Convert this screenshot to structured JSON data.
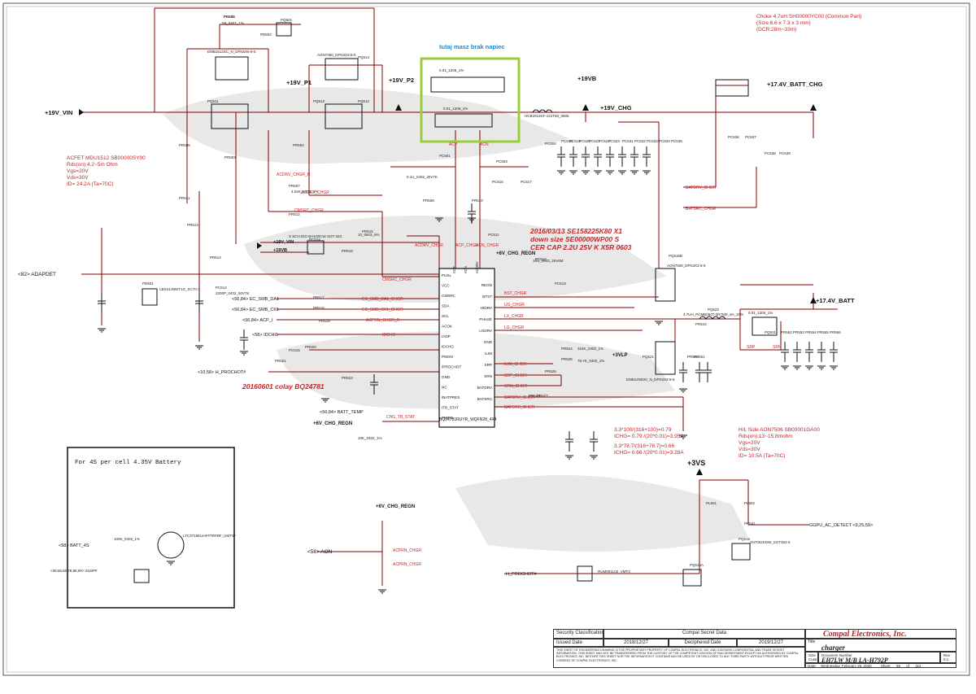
{
  "annotation": {
    "text": "tutaj masz brak napiec",
    "box_color": "#9ccc3c",
    "text_color": "#1a8ad4"
  },
  "colors": {
    "wire": "#800000",
    "ink": "#111111",
    "red_note": "#cc2222",
    "net": "#000000",
    "refdes": "#222222"
  },
  "power_nets": {
    "vin": "+19V_VIN",
    "p1": "+19V_P1",
    "p2": "+19V_P2",
    "vb": "+19VB",
    "chg": "+19V_CHG",
    "batt_chg": "+17.4V_BATT_CHG",
    "batt": "+17.4V_BATT",
    "vs3": "+3VS",
    "regn1": "+6V_CHG_REGN",
    "regn2": "+6V_CHG_REGN",
    "regn3": "+6V_CHG_REGN",
    "vlp": "+3VLP",
    "vin2": "+19V_VIN",
    "vb2": "+19VB"
  },
  "notes": {
    "choke": [
      "Choke 4.7uH SH00000YC00 (Common Part)",
      "(Size:6.6 x 7.3 x 3 mm)",
      "(DCR:28m~33m)"
    ],
    "acfet": [
      "ACFET  MDU1512  SB00000SY00",
      "Rds(on):4.2~5m  Ohm",
      "Vgs=20V",
      "Vds=30V",
      "ID= 24.2A  (Ta=70C)"
    ],
    "eco1": [
      "2016/03/13   SE158225K80  X1",
      "down size SE00000WP00   S",
      "CER CAP 2.2U 25V K X5R 0603"
    ],
    "eco2": "20160601 colay BQ24781",
    "calc1": [
      "3.3*100/(316+100)=0.79",
      "ICHG= 0.79 /(20*0.01)=3.95A"
    ],
    "calc2": [
      "3.3*78.7/(316+78.7)=0.66",
      "ICHG= 0.66 /(20*0.01)=3.28A"
    ],
    "hside": [
      "H/L Side AON7506  SB00001GA00",
      "Rds(on):13~15.8mohm",
      "Vgs=20V",
      "Vds=30V",
      "ID= 10.5A (Ta=70C)"
    ],
    "battery_box_title": "For 4S per cell 4.35V Battery"
  },
  "signals": {
    "adapdet": "<82> ADAPDET",
    "smb_da": "<56,84> EC_SMB_DA1",
    "smb_ck": "<56,84> EC_SMB_CK1",
    "acp_in": "<56,84> ACP_I",
    "idchg": "<58> IDCHG",
    "prochot": "<10,58> H_PROCHOT#",
    "batt_temp": "<56,84> BATT_TEMP",
    "batt_4s": "<58> BATT_4S",
    "susp": "<39,55,60,78,85,90> SUSP#",
    "aon": "<58> AON",
    "gpu_ac": "GGPU_AC_DETECT  <9,25,59>",
    "h_prochot": "H_PROCHOT#"
  },
  "net_labels": [
    "ACDRV_CHGR_R",
    "ACDRV_CHGR",
    "CMSRC_CHGR",
    "ACDRV_CHGR",
    "CMSRC_CHGR",
    "ACP_CHGR",
    "ACN_CHGR",
    "EC_SMB_DA1_CHGR",
    "EC_SMB_CK1_CHGR",
    "ACPRN_CHGR_R",
    "IDCHG",
    "ILIM_CHGR",
    "SRP_CHGR",
    "SRN_CHGR",
    "BATDRV_CHGR",
    "BATSRC_CHGR",
    "BATDRV_CHGR",
    "BATSRC_CHGR",
    "BST_CHGR",
    "UG_CHGR",
    "LX_CHGR",
    "LG_CHGR",
    "CHG_TB_STAT",
    "ACPRN_CHGR",
    "ACPRN_CHGR",
    "ACP",
    "ACN",
    "SRP",
    "SRN"
  ],
  "ic": {
    "name": "BQ24781RUYR_WQFN28_4X4",
    "left_pins": [
      "PUSL",
      "VCC",
      "CMSRC",
      "SDA",
      "SCL",
      "ACOK",
      "IADP",
      "IDCHG",
      "PMON",
      "/PROCHOT",
      "GND",
      "NC",
      "/BATPRES",
      "/TB_STAT",
      "PWPD"
    ],
    "right_pins": [
      "REGN",
      "BTST",
      "HIDRV",
      "PHASE",
      "LODRV",
      "GND",
      "ILIM",
      "SRP",
      "SRN",
      "BATDRV",
      "BATSRC"
    ],
    "top_pins": [
      "ACP",
      "ACN",
      "ACDRV"
    ]
  },
  "components": [
    "PR501",
    "PQ501",
    "PR502",
    "PQ511",
    "PQ513",
    "PQ512",
    "PQ514",
    "PR503",
    "PR504",
    "PR505",
    "PC501",
    "PC503",
    "PC504",
    "PR507",
    "PR508",
    "PR510",
    "PR512",
    "PR511",
    "PR513",
    "PR514",
    "PR515",
    "PR516",
    "PR517",
    "PR518",
    "PR519",
    "PR520",
    "PR521",
    "PR522",
    "PR523",
    "PR524",
    "PR525",
    "PR526",
    "PR527",
    "PC511",
    "PC512",
    "PC513",
    "PC514",
    "PC515",
    "PC516",
    "PC517",
    "PC518",
    "PC519",
    "PC520",
    "PC521",
    "PC522",
    "PC523",
    "PC524",
    "PD501",
    "PQ515",
    "PQ516A",
    "PQ516B",
    "PQ521",
    "PQ522",
    "PL501",
    "PL502",
    "PR541",
    "PR542",
    "PR543",
    "PR551",
    "PQ531",
    "PR552",
    "PR553",
    "PR554",
    "PR555",
    "PR556",
    "PC531",
    "PC532",
    "PC533",
    "PC534",
    "PC535",
    "PC536",
    "PC537",
    "PC538",
    "PC539",
    "PC540"
  ],
  "parts": {
    "pr_0402": "1M_0402_1%",
    "rsense1": "0.01_1206_1%",
    "rsense2": "0.01_1206_1%",
    "rsense3": "0.01_1206_1%",
    "bead": "HCB2012KF-121T50_0805",
    "fet1": "EMB1512SC_N_DFN5X6-8-5",
    "fet2": "AON7380_DFN3X3-8-5",
    "fet3": "AON7506_DFN3X3-8-5",
    "fet4": "EMB12N03V_N_DFN3X3-8-5",
    "diode": "S SCH DIO BAS40CW  SOT-323",
    "ind": "4.7UH_PCMB063T-4R7MS_8A_20%",
    "fet5": "LBSS139WT1G_SC70-3",
    "fet6": "2N7002KDW_SOT363-6",
    "bjt": "LTC3716EUHF#TRPBF_UMT3F",
    "nfet": "RUM001L02_VMT3",
    "cap1": "0.1U_0402_25V7K",
    "cap2": "10U_0603_25V6M",
    "cap3": "2200P_0402_50V7K",
    "res1": "10_0603_5%",
    "res2": "4.02K_0402_1%",
    "res3": "316K_0402_1%",
    "res4": "78.7K_0402_1%",
    "res5": "10K_0402_1%",
    "res6": "100K_0402_1%"
  },
  "title_block": {
    "security_label": "Security Classification",
    "security_value": "Compal Secret Data",
    "issued_label": "Issued Date",
    "issued_value": "2018/12/27",
    "deciphered_label": "Deciphered Date",
    "deciphered_value": "2019/12/27",
    "disclaimer": "THIS SHEET OF ENGINEERING DRAWING IS THE PROPRIETARY PROPERTY OF COMPAL ELECTRONICS, INC. AND CONTAINS CONFIDENTIAL AND TRADE SECRET INFORMATION. THIS SHEET MAY NOT BE TRANSFERRED FROM THE CUSTODY OF THE COMPETENT DIVISION OF R&D DEPARTMENT EXCEPT AS AUTHORIZED BY COMPAL ELECTRONICS, INC. NEITHER THIS SHEET NOR THE INFORMATION IT CONTAINS MAY BE USED BY OR DISCLOSED TO ANY THIRD PARTY WITHOUT PRIOR WRITTEN CONSENT OF COMPAL ELECTRONICS, INC.",
    "company": "Compal Electronics, Inc.",
    "title_label": "Title",
    "title_value": "charger",
    "size_label": "Size",
    "size_value": "Custom",
    "docnum_label": "Document Number",
    "docnum_value": "EH7LW M/B LA-H792P",
    "rev_label": "Rev",
    "rev_value": "0.1",
    "date_label": "Date:",
    "date_value": "Wednesday, February 26, 2020",
    "sheet_label": "Sheet",
    "sheet_value": "55",
    "of_label": "of",
    "of_value": "112"
  }
}
